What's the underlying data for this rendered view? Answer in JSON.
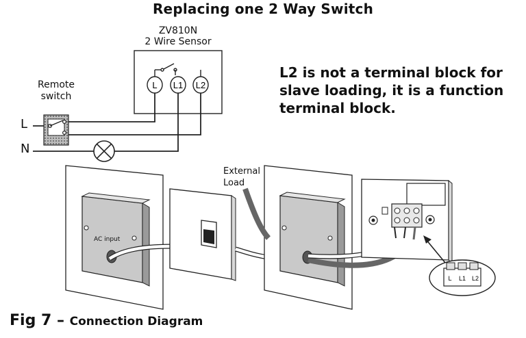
{
  "title": "Replacing one 2 Way Switch",
  "sensor": {
    "model": "ZV810N",
    "description": "2 Wire Sensor",
    "terminals": [
      "L",
      "L1",
      "L2"
    ]
  },
  "remote_switch": {
    "label_line1": "Remote",
    "label_line2": "switch"
  },
  "supply": {
    "live": "L",
    "neutral": "N"
  },
  "note": "L2 is not a terminal block for slave loading, it is a function terminal block.",
  "external_load": {
    "line1": "External",
    "line2": "Load"
  },
  "ac_input": "AC input",
  "zoom_terminals": [
    "L",
    "L1",
    "L2"
  ],
  "caption": {
    "figure": "Fig 7",
    "dash": " – ",
    "text": "Connection Diagram"
  }
}
